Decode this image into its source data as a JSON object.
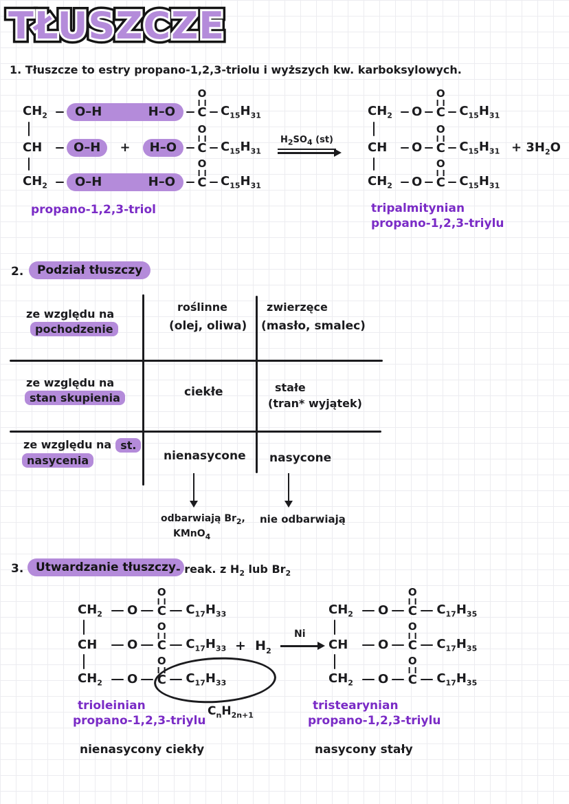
{
  "colors": {
    "highlight": "#b48bda",
    "pen_purple": "#7a2bc6",
    "ink": "#1b1b1e"
  },
  "title": "TŁUSZCZE",
  "s1": {
    "heading": "1. Tłuszcze to estry propano-1,2,3-triolu i wyższych kw. karboksylowych.",
    "c1": "CH<sub>2</sub>",
    "c2": "CH",
    "c3": "CH<sub>2</sub>",
    "oh": "O–H",
    "ho": "H–O",
    "plus": "+",
    "o": "O",
    "c": "C",
    "acid_chain": "C<sub>15</sub>H<sub>31</sub>",
    "arrow_label": "H<sub>2</sub>SO<sub>4</sub> (st)",
    "water": "+ 3H<sub>2</sub>O",
    "label_left": "propano-1,2,3-triol",
    "label_right_line1": "tripalmitynian",
    "label_right_line2": "propano-1,2,3-triylu"
  },
  "s2": {
    "num": "2.",
    "title": "Podział tłuszczy",
    "r1": {
      "c1a": "ze względu na",
      "c1b": "pochodzenie",
      "c2a": "roślinne",
      "c2b": "(olej, oliwa)",
      "c3a": "zwierzęce",
      "c3b": "(masło, smalec)"
    },
    "r2": {
      "c1a": "ze względu na",
      "c1b": "stan skupienia",
      "c2": "ciekłe",
      "c3a": "stałe",
      "c3b": "(tran* wyjątek)"
    },
    "r3": {
      "c1a": "ze względu na",
      "c1a2": "st.",
      "c1b": "nasycenia",
      "c2": "nienasycone",
      "c2n1": "odbarwiają Br<sub>2</sub>,",
      "c2n2": "KMnO<sub>4</sub>",
      "c3": "nasycone",
      "c3n": "nie odbarwiają"
    }
  },
  "s3": {
    "num": "3.",
    "title": "Utwardzanie tłuszczy",
    "rest": "- reak. z H<sub>2</sub> lub Br<sub>2</sub>",
    "c1": "CH<sub>2</sub>",
    "c2": "CH",
    "c3": "CH<sub>2</sub>",
    "o": "O",
    "c": "C",
    "chain_left": "C<sub>17</sub>H<sub>33</sub>",
    "chain_right": "C<sub>17</sub>H<sub>35</sub>",
    "plus_h2": "+&nbsp;&nbsp;H<sub>2</sub>",
    "cat": "Ni",
    "alkyl": "C<sub>n</sub>H<sub>2n+1</sub>",
    "label_left_1": "trioleinian",
    "label_left_2": "propano-1,2,3-triylu",
    "label_right_1": "tristearynian",
    "label_right_2": "propano-1,2,3-triylu",
    "caption_left": "nienasycony ciekły",
    "caption_right": "nasycony stały"
  }
}
